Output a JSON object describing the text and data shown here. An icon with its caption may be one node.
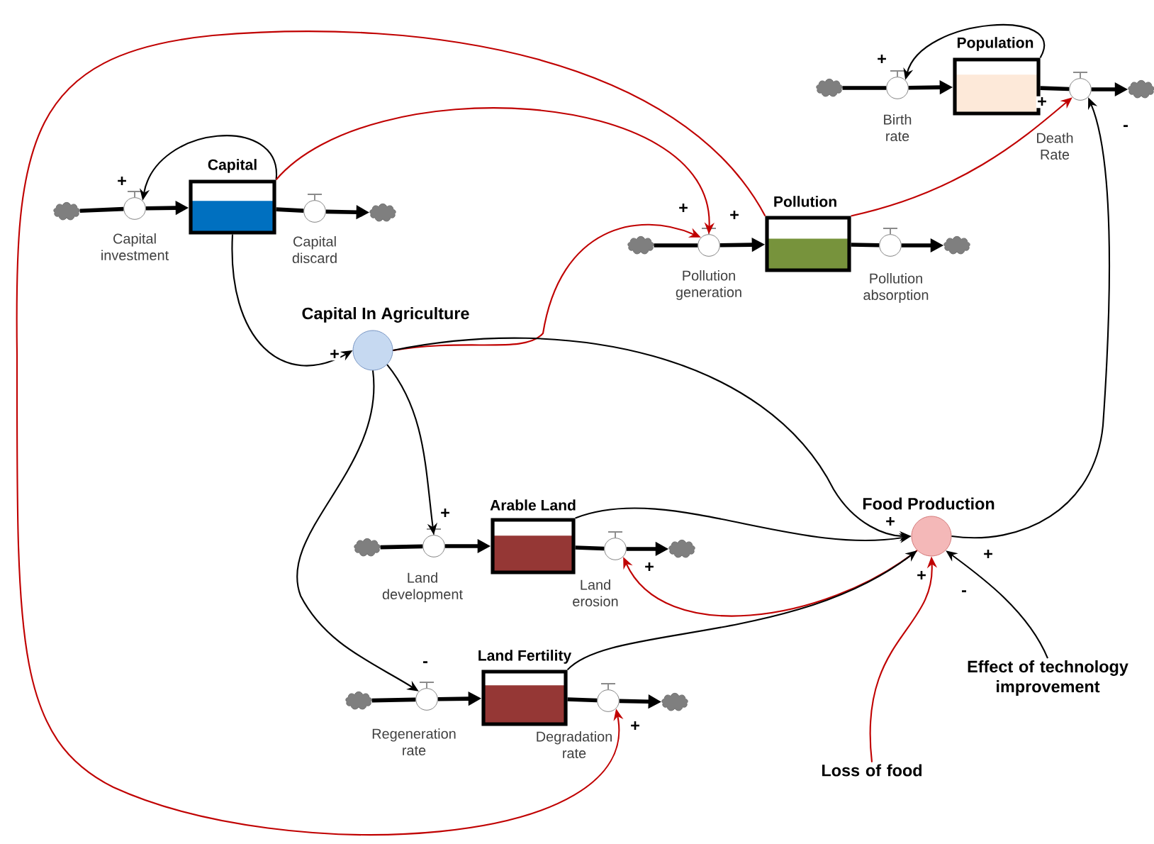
{
  "diagram": {
    "nodes": [
      {
        "text": [],
        "shape": "cloud"
      },
      {
        "text": [
          "Capital investment"
        ]
      },
      {
        "text": [
          "Capital"
        ]
      },
      {
        "text": [
          "Capital discard"
        ]
      },
      {
        "text": [],
        "shape": "cloud"
      },
      {
        "text": [],
        "shape": "cloud"
      },
      {
        "text": [
          "Birth rate"
        ]
      },
      {
        "text": [
          "Population"
        ]
      },
      {
        "text": [
          "Death Rate"
        ]
      },
      {
        "text": [],
        "shape": "cloud"
      },
      {
        "text": [],
        "shape": "cloud"
      },
      {
        "text": [
          "Pollution generation"
        ]
      },
      {
        "text": [
          "Pollution"
        ]
      },
      {
        "text": [
          "Pollution absorption"
        ]
      },
      {
        "text": [],
        "shape": "cloud"
      },
      {
        "text": [
          "Capital In Agriculture"
        ]
      },
      {
        "text": [],
        "shape": "cloud"
      },
      {
        "text": [
          "Land development"
        ]
      },
      {
        "text": [
          "Arable Land"
        ]
      },
      {
        "text": [
          "Land erosion"
        ]
      },
      {
        "text": [],
        "shape": "cloud"
      },
      {
        "text": [],
        "shape": "cloud"
      },
      {
        "text": [
          "Regeneration rate"
        ]
      },
      {
        "text": [
          "Land Fertility"
        ]
      },
      {
        "text": [
          "Degradation rate"
        ]
      },
      {
        "text": [],
        "shape": "cloud"
      },
      {
        "text": [
          "Food Production"
        ]
      },
      {
        "text": [
          "Effect of technology improvement"
        ]
      },
      {
        "text": [
          "Loss of food"
        ]
      }
    ],
    "edges": [
      {
        "from": 0,
        "to": 1,
        "arrow": "none"
      },
      {
        "from": 1,
        "to": 2,
        "arrow": "to"
      },
      {
        "from": 2,
        "to": 3,
        "arrow": "none"
      },
      {
        "from": 3,
        "to": 4,
        "arrow": "to"
      },
      {
        "from": 5,
        "to": 6,
        "arrow": "none"
      },
      {
        "from": 6,
        "to": 7,
        "arrow": "to"
      },
      {
        "from": 7,
        "to": 8,
        "arrow": "none"
      },
      {
        "from": 8,
        "to": 9,
        "arrow": "to"
      },
      {
        "from": 10,
        "to": 11,
        "arrow": "none"
      },
      {
        "from": 11,
        "to": 12,
        "arrow": "to"
      },
      {
        "from": 12,
        "to": 13,
        "arrow": "none"
      },
      {
        "from": 13,
        "to": 14,
        "arrow": "to"
      },
      {
        "from": 16,
        "to": 17,
        "arrow": "none"
      },
      {
        "from": 17,
        "to": 18,
        "arrow": "to"
      },
      {
        "from": 18,
        "to": 19,
        "arrow": "none"
      },
      {
        "from": 19,
        "to": 20,
        "arrow": "to"
      },
      {
        "from": 21,
        "to": 22,
        "arrow": "none"
      },
      {
        "from": 22,
        "to": 23,
        "arrow": "to"
      },
      {
        "from": 23,
        "to": 24,
        "arrow": "none"
      },
      {
        "from": 24,
        "to": 25,
        "arrow": "to"
      },
      {
        "from": 2,
        "to": 1,
        "arrow": "to",
        "label": "+"
      },
      {
        "from": 7,
        "to": 6,
        "arrow": "to",
        "label": "+"
      },
      {
        "from": 2,
        "to": 15,
        "arrow": "to",
        "label": "+"
      },
      {
        "from": 2,
        "to": 11,
        "arrow": "to",
        "label": "+",
        "color": "#c00000"
      },
      {
        "from": 15,
        "to": 11,
        "arrow": "to",
        "label": "+",
        "color": "#c00000"
      },
      {
        "from": 12,
        "to": 24,
        "arrow": "to",
        "label": "+",
        "color": "#c00000"
      },
      {
        "from": 12,
        "to": 8,
        "arrow": "to",
        "label": "+",
        "color": "#c00000"
      },
      {
        "from": 26,
        "to": 8,
        "arrow": "to",
        "label": "-"
      },
      {
        "from": 15,
        "to": 26,
        "arrow": "to",
        "label": "+"
      },
      {
        "from": 15,
        "to": 17,
        "arrow": "to",
        "label": "+"
      },
      {
        "from": 15,
        "to": 22,
        "arrow": "to",
        "label": "-"
      },
      {
        "from": 18,
        "to": 26,
        "arrow": "to"
      },
      {
        "from": 26,
        "to": 19,
        "arrow": "to",
        "label": "+",
        "color": "#c00000"
      },
      {
        "from": 23,
        "to": 26,
        "arrow": "to",
        "label": "+"
      },
      {
        "from": 28,
        "to": 26,
        "arrow": "to",
        "label": "-",
        "color": "#c00000"
      },
      {
        "from": 27,
        "to": 26,
        "arrow": "to",
        "label": "+"
      }
    ]
  }
}
